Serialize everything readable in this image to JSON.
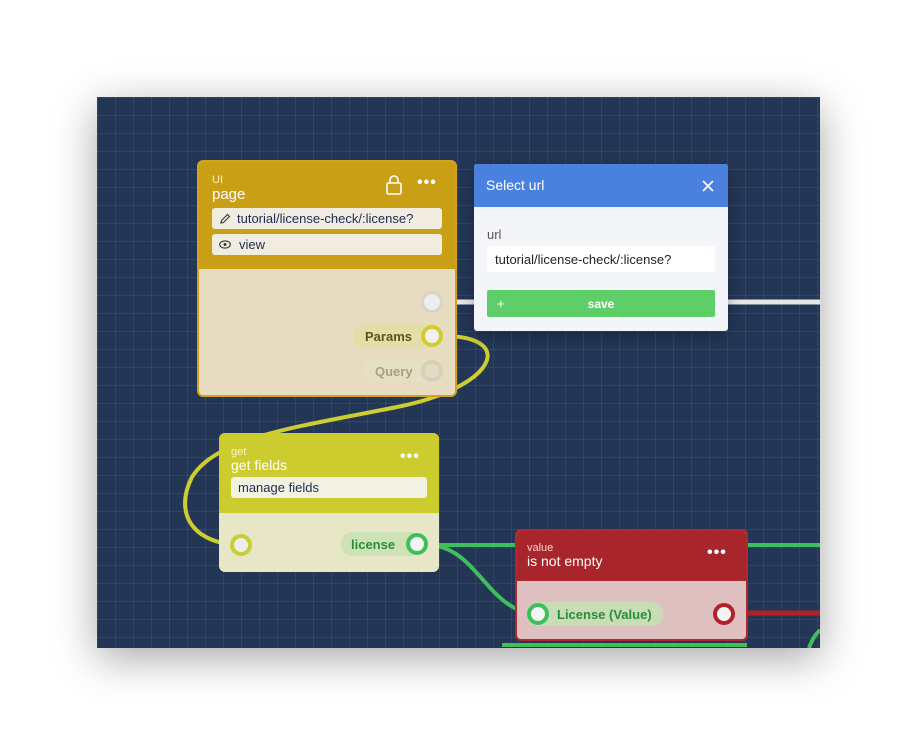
{
  "page_node": {
    "type_label": "UI",
    "title": "page",
    "url_field": "tutorial/license-check/:license?",
    "view_field": "view",
    "params_port": "Params",
    "query_port": "Query",
    "icons": [
      "lock-icon",
      "more-dots-icon",
      "pencil-icon",
      "eye-icon"
    ]
  },
  "get_node": {
    "type_label": "get",
    "title": "get fields",
    "manage_field": "manage fields",
    "license_port": "license"
  },
  "value_node": {
    "type_label": "value",
    "title": "is not empty",
    "input_port": "License (Value)"
  },
  "dialog": {
    "title": "Select url",
    "field_label": "url",
    "url_value": "tutorial/license-check/:license?",
    "save_label": "save",
    "save_prefix": "+"
  },
  "colors": {
    "canvas": "#243656",
    "page_node": "#c99f15",
    "get_node": "#cccc2e",
    "value_node": "#a8262b",
    "dialog_header": "#4a80de",
    "save_button": "#5ecf68",
    "green_wire": "#3fbf5c",
    "red_wire": "#b3202a"
  }
}
